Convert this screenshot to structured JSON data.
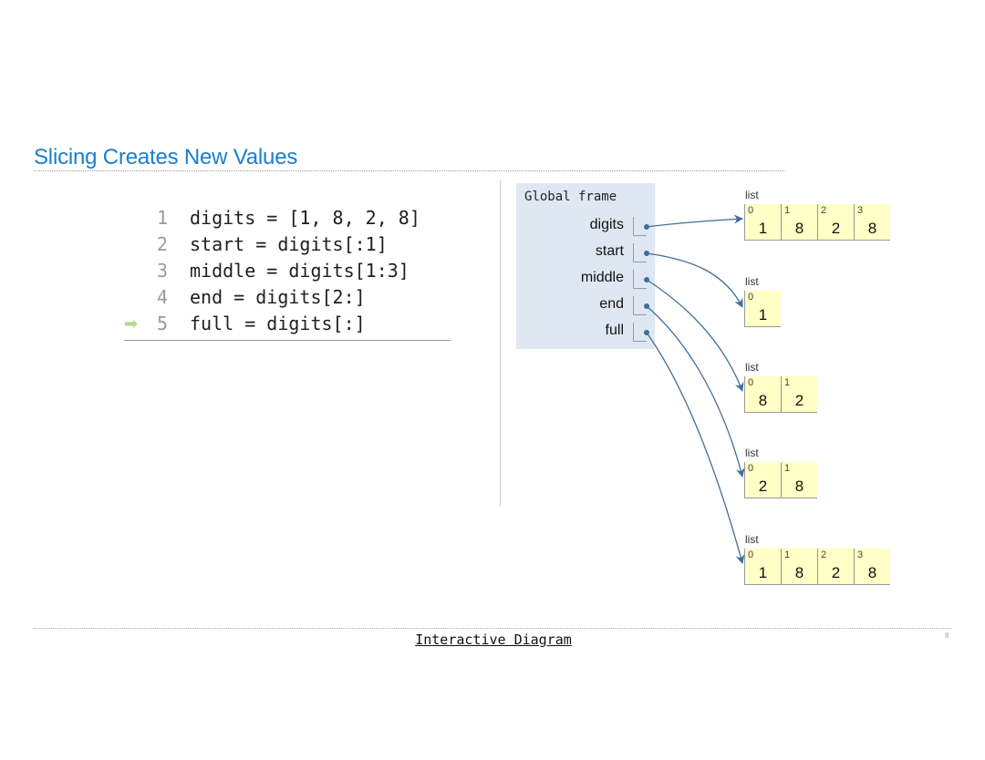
{
  "title": "Slicing Creates New Values",
  "code_lines": [
    {
      "num": "1",
      "code": "digits = [1, 8, 2, 8]",
      "current": false
    },
    {
      "num": "2",
      "code": "start = digits[:1]",
      "current": false
    },
    {
      "num": "3",
      "code": "middle = digits[1:3]",
      "current": false
    },
    {
      "num": "4",
      "code": "end = digits[2:]",
      "current": false
    },
    {
      "num": "5",
      "code": "full = digits[:]",
      "current": true
    }
  ],
  "current_line_arrow": "➡",
  "frame": {
    "title": "Global frame",
    "variables": [
      "digits",
      "start",
      "middle",
      "end",
      "full"
    ]
  },
  "lists": [
    {
      "label": "list",
      "items": [
        {
          "index": "0",
          "value": "1"
        },
        {
          "index": "1",
          "value": "8"
        },
        {
          "index": "2",
          "value": "2"
        },
        {
          "index": "3",
          "value": "8"
        }
      ]
    },
    {
      "label": "list",
      "items": [
        {
          "index": "0",
          "value": "1"
        }
      ]
    },
    {
      "label": "list",
      "items": [
        {
          "index": "0",
          "value": "8"
        },
        {
          "index": "1",
          "value": "2"
        }
      ]
    },
    {
      "label": "list",
      "items": [
        {
          "index": "0",
          "value": "2"
        },
        {
          "index": "1",
          "value": "8"
        }
      ]
    },
    {
      "label": "list",
      "items": [
        {
          "index": "0",
          "value": "1"
        },
        {
          "index": "1",
          "value": "8"
        },
        {
          "index": "2",
          "value": "2"
        },
        {
          "index": "3",
          "value": "8"
        }
      ]
    }
  ],
  "link_text": "Interactive Diagram",
  "page_number": "8",
  "colors": {
    "title": "#1a7fcc",
    "arrow": "#3f6f9c",
    "frame_bg": "#dfe7f2",
    "cell_bg": "#ffffc6",
    "current_line_arrow": "#b3d98c"
  }
}
